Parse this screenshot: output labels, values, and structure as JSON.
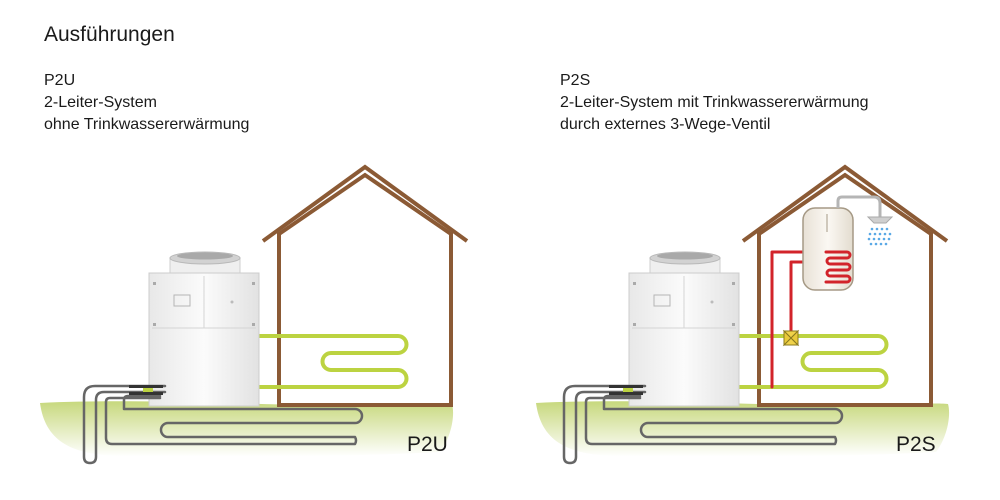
{
  "title": "Ausführungen",
  "variants": [
    {
      "code": "P2U",
      "line1": "2-Leiter-System",
      "line2": "ohne Trinkwassererwärmung",
      "diagram_label": "P2U"
    },
    {
      "code": "P2S",
      "line1": "2-Leiter-System mit Trinkwassererwärmung",
      "line2": "durch externes 3-Wege-Ventil",
      "diagram_label": "P2S"
    }
  ],
  "colors": {
    "ground": "#d2df96",
    "house_outline": "#8b5a35",
    "heating_pipe": "#bcd341",
    "hot_water_pipe": "#d2232a",
    "ground_pipe": "#666666",
    "unit_body": "#f4f4f4",
    "unit_fan": "#cccccc",
    "shower_water": "#5aa9e6"
  },
  "icons": [
    "heat-pump-unit",
    "house-outline",
    "water-tank",
    "shower-head",
    "three-way-valve"
  ]
}
